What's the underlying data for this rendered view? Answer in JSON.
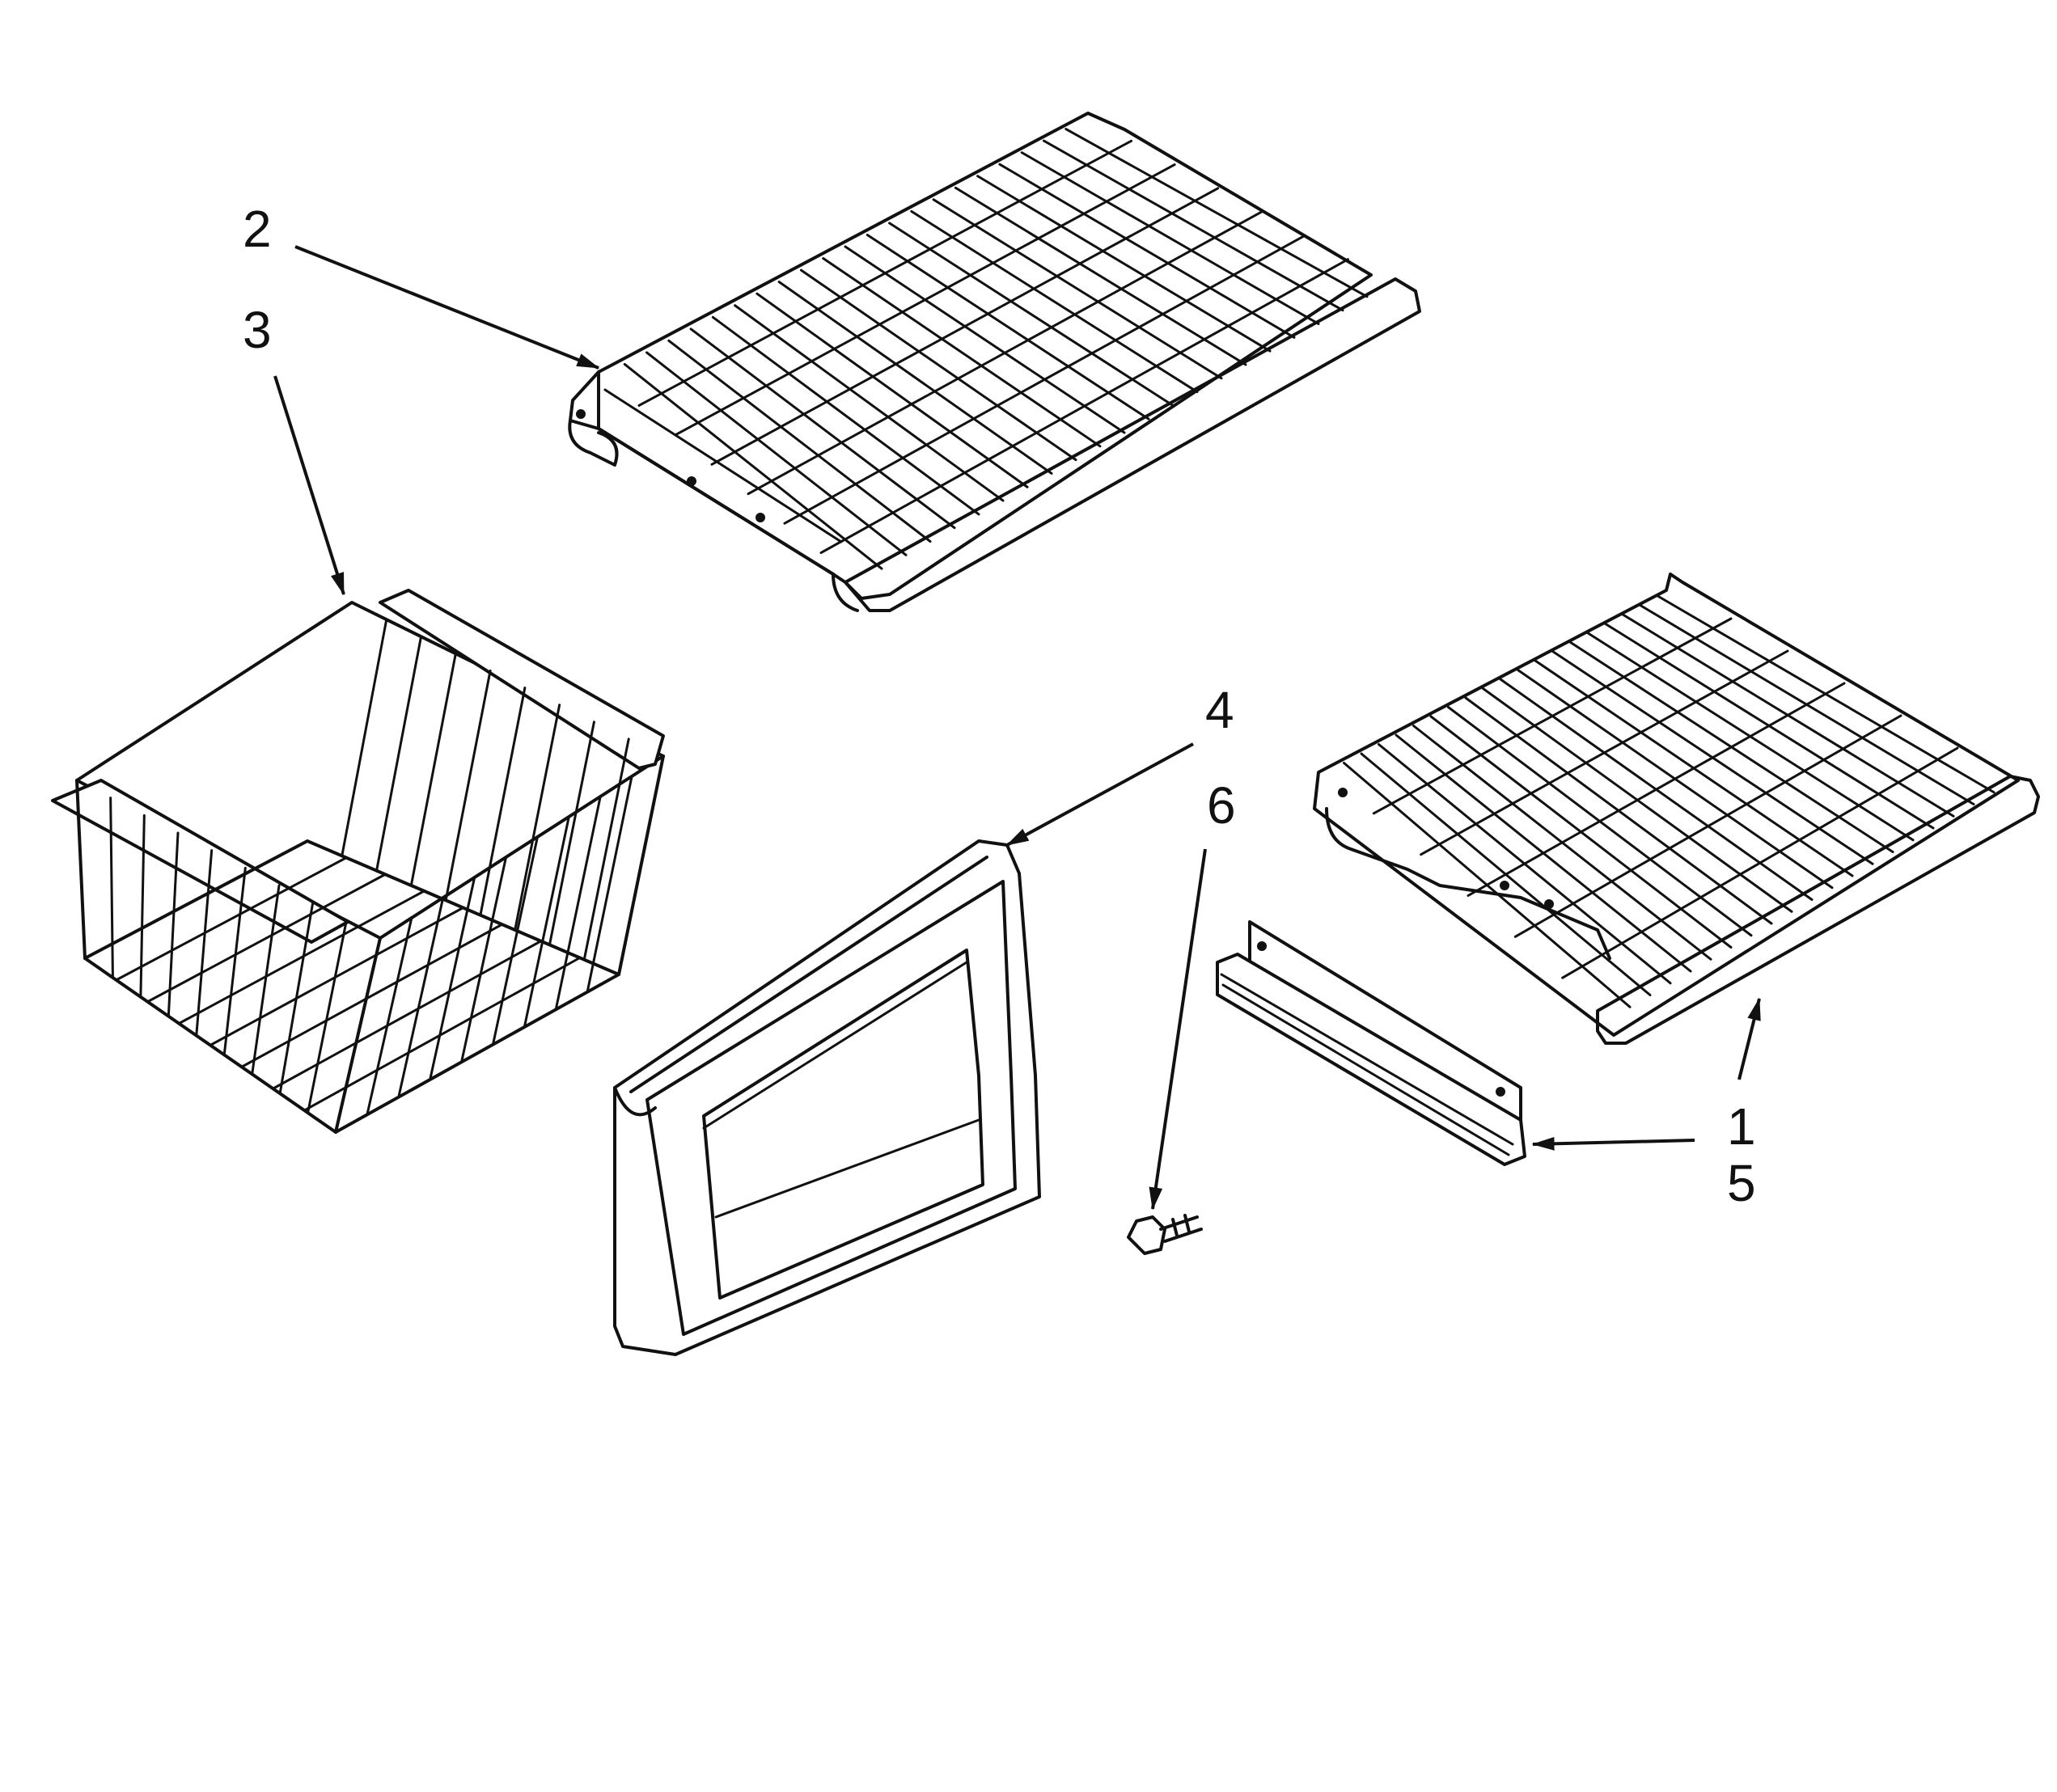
{
  "callouts": [
    {
      "id": "shelf-upper",
      "label": "2"
    },
    {
      "id": "basket",
      "label": "3"
    },
    {
      "id": "drawer-front",
      "label": "4"
    },
    {
      "id": "screw",
      "label": "6"
    },
    {
      "id": "shelf-lower",
      "label": "1"
    },
    {
      "id": "slide-rail",
      "label": "5"
    }
  ]
}
